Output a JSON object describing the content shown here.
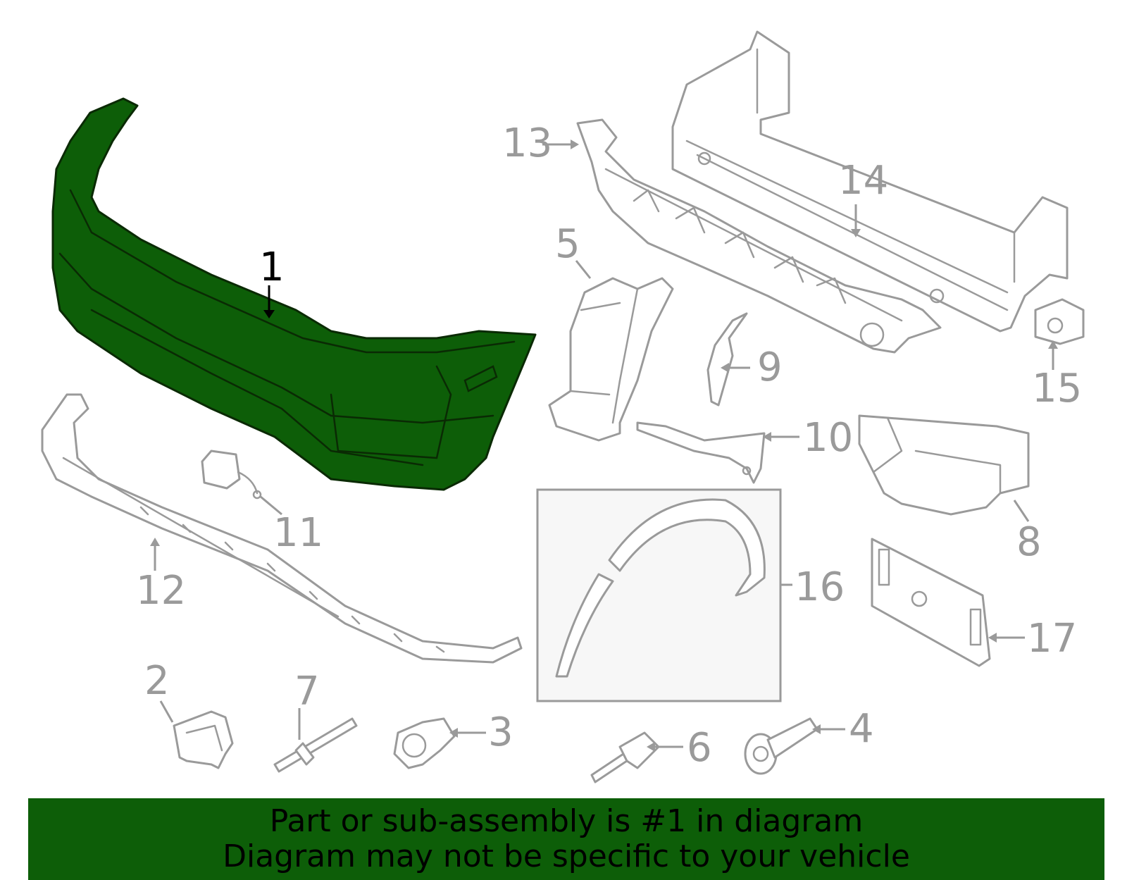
{
  "colors": {
    "highlight": "#0d5e08",
    "parts": "#9a9a9a",
    "banner": "#0d5e08",
    "inset_box_fill": "#f7f7f7"
  },
  "callouts": {
    "c1": "1",
    "c2": "2",
    "c3": "3",
    "c4": "4",
    "c5": "5",
    "c6": "6",
    "c7": "7",
    "c8": "8",
    "c9": "9",
    "c10": "10",
    "c11": "11",
    "c12": "12",
    "c13": "13",
    "c14": "14",
    "c15": "15",
    "c16": "16",
    "c17": "17"
  },
  "highlighted_part": "1",
  "banner": {
    "line1": "Part or sub-assembly is #1 in diagram",
    "line2": "Diagram may not be specific to your vehicle"
  }
}
